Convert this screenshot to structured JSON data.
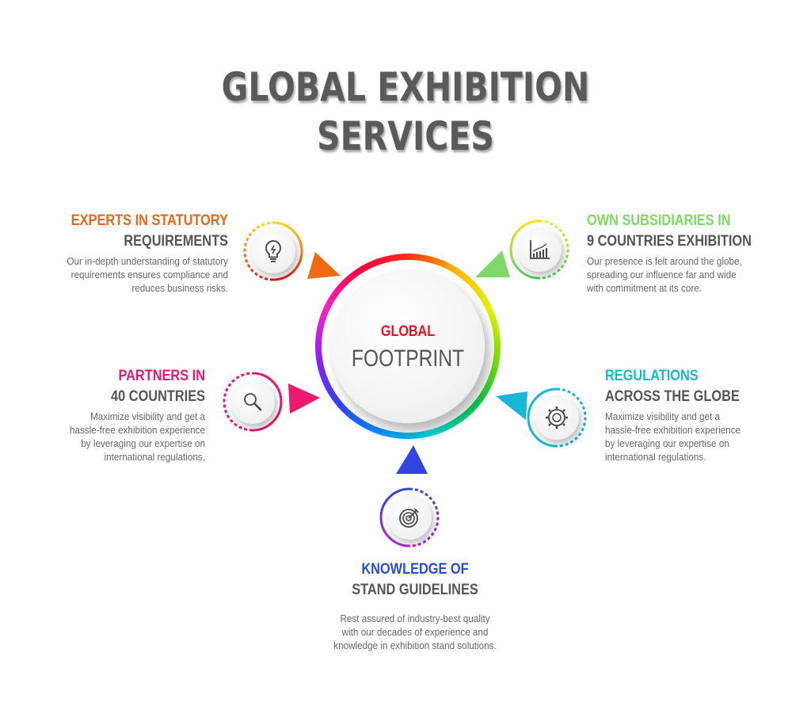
{
  "title": {
    "line1": "GLOBAL EXHIBITION",
    "line2": "SERVICES"
  },
  "center": {
    "label1": "GLOBAL",
    "label2": "FOOTPRINT"
  },
  "colors": {
    "title": "#5a5a5a",
    "center_label1": "#e8141d"
  },
  "nodes": [
    {
      "heading1": "EXPERTS IN STATUTORY",
      "heading2": "REQUIREMENTS",
      "color": "#e8651a",
      "icon": "lightbulb-icon",
      "description": [
        "Our in-depth understanding of statutory",
        "requirements ensures compliance and",
        "reduces business risks."
      ]
    },
    {
      "heading1": "OWN SUBSIDIARIES IN",
      "heading2": "9 COUNTRIES EXHIBITION",
      "color": "#7dd960",
      "icon": "bar-chart-icon",
      "description": [
        "Our presence is felt around the globe,",
        "spreading our influence far and wide",
        "with commitment at its core."
      ]
    },
    {
      "heading1": "PARTNERS IN",
      "heading2": "40 COUNTRIES",
      "color": "#e8196e",
      "icon": "magnifier-icon",
      "description": [
        "Maximize visibility and get a",
        "hassle-free exhibition experience",
        "by leveraging our expertise on",
        "international regulations."
      ]
    },
    {
      "heading1": "REGULATIONS",
      "heading2": "ACROSS THE GLOBE",
      "color": "#19b4d8",
      "icon": "gear-icon",
      "description": [
        "Maximize visibility and get a",
        "hassle-free exhibition experience",
        "by leveraging our expertise on",
        "international regulations."
      ]
    },
    {
      "heading1": "KNOWLEDGE OF",
      "heading2": "STAND GUIDELINES",
      "color": "#2a4bd8",
      "icon": "target-icon",
      "description": [
        "Rest assured of industry-best quality",
        "with our decades of experience and",
        "knowledge in exhibition stand solutions."
      ]
    }
  ]
}
